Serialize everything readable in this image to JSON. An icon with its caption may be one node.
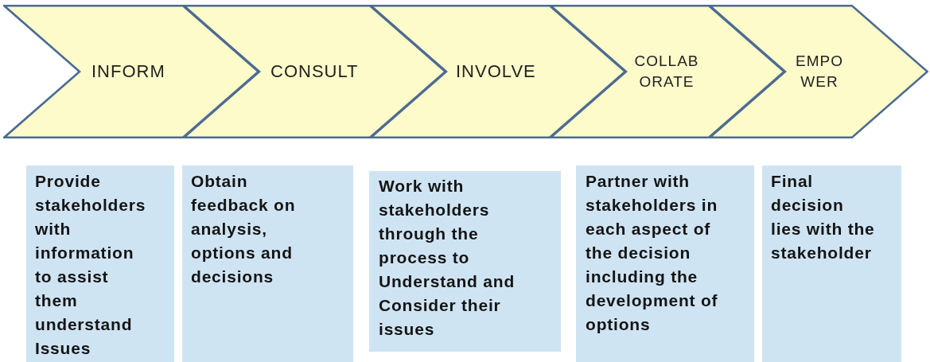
{
  "diagram": {
    "nodes": [
      {
        "text": [
          "INFORM"
        ]
      },
      {
        "text": [
          "CONSULT"
        ]
      },
      {
        "text": [
          "INVOLVE"
        ]
      },
      {
        "text": [
          "COLLAB ORATE"
        ]
      },
      {
        "text": [
          "EMPO WER"
        ]
      },
      {
        "text": [
          "Provide stakeholders with information to assist them understand Issues"
        ]
      },
      {
        "text": [
          "Obtain feedback on analysis, options and decisions"
        ]
      },
      {
        "text": [
          "Work with stakeholders through the process to Understand and Consider their issues"
        ]
      },
      {
        "text": [
          "Partner with stakeholders in each aspect of the decision including the development of options"
        ]
      },
      {
        "text": [
          "Final decision lies with the stakeholder"
        ]
      }
    ]
  }
}
